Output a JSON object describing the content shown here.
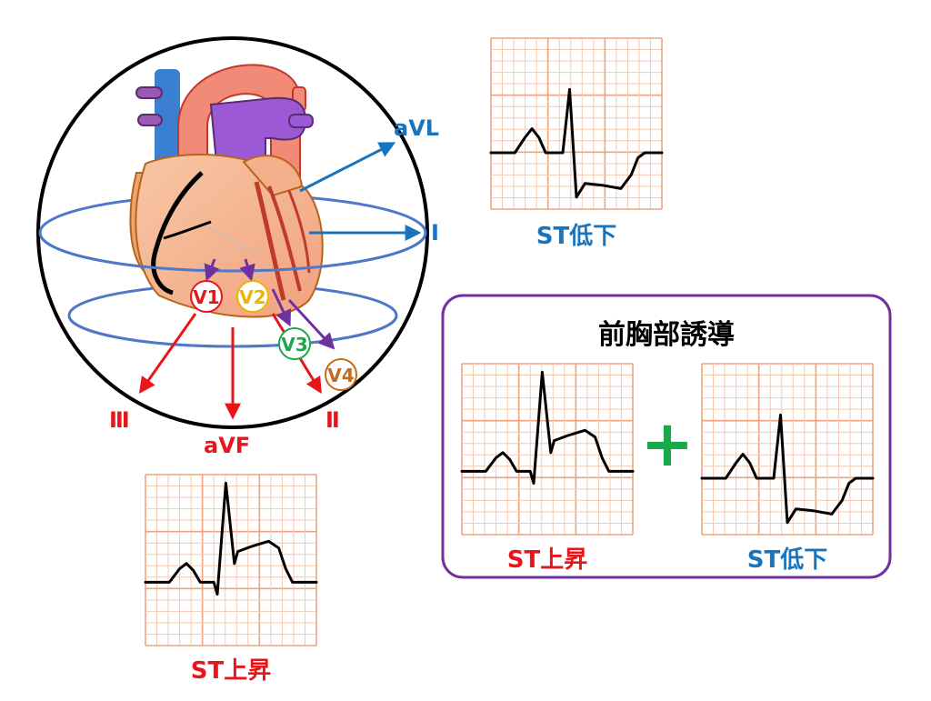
{
  "colors": {
    "red": "#e8151b",
    "blue": "#1874bd",
    "purple": "#7030a0",
    "green": "#1aa84b",
    "v1": "#e8151b",
    "v2": "#e8b800",
    "v3": "#1aa84b",
    "v4": "#c46a1c",
    "grid_minor": "#f6c9b1",
    "grid_major": "#efa37f",
    "ring": "#4f78c8",
    "sphere": "#000000"
  },
  "limb_leads": {
    "avl": "aVL",
    "i": "Ⅰ",
    "ii": "Ⅱ",
    "iii": "Ⅲ",
    "avf": "aVF"
  },
  "chest_leads": {
    "v1": "V1",
    "v2": "V2",
    "v3": "V3",
    "v4": "V4"
  },
  "ecg_top_right": {
    "label": "ST低下",
    "pattern": "st-depression"
  },
  "ecg_bottom_left": {
    "label": "ST上昇",
    "pattern": "st-elevation"
  },
  "precordial_box": {
    "title": "前胸部誘導",
    "plus": "+",
    "left": {
      "label": "ST上昇",
      "pattern": "st-elevation"
    },
    "right": {
      "label": "ST低下",
      "pattern": "st-depression"
    }
  },
  "icons": {
    "heart": "heart-anatomy-icon",
    "plus": "plus-icon"
  }
}
